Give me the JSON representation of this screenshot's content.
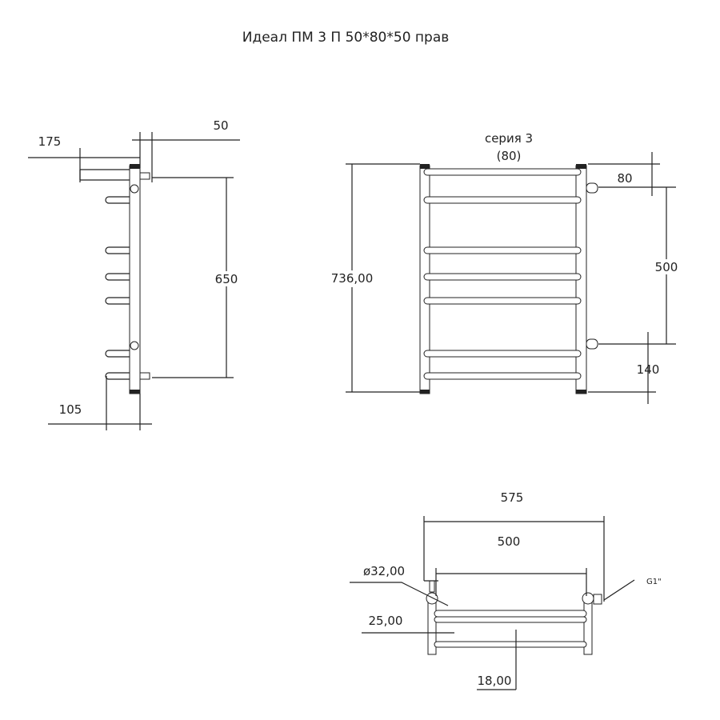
{
  "title": "Идеал ПМ 3 П 50*80*50 прав",
  "side_view": {
    "dim_top_offset": "175",
    "dim_connector": "50",
    "dim_center_distance": "650",
    "dim_bottom_offset": "105"
  },
  "front_view": {
    "series_label": "серия 3",
    "series_value": "(80)",
    "dim_height": "736,00",
    "dim_top_connector": "80",
    "dim_center_distance": "500",
    "dim_bottom_connector": "140"
  },
  "top_view": {
    "dim_overall_width": "575",
    "dim_center_width": "500",
    "dim_pipe_diameter": "ø32,00",
    "dim_thread": "G1\"",
    "dim_rung_offset": "25,00",
    "dim_rung_diameter": "18,00"
  }
}
